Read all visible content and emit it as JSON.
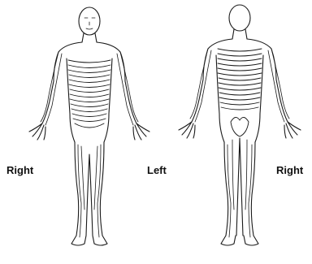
{
  "labels": {
    "front_right": "Right",
    "left": "Left",
    "back_right": "Right"
  },
  "figures": [
    {
      "view": "front",
      "icon": "human-body-front-dermatomes"
    },
    {
      "view": "back",
      "icon": "human-body-back-dermatomes"
    }
  ],
  "colors": {
    "ink": "#1a1a1a",
    "background": "#ffffff"
  }
}
